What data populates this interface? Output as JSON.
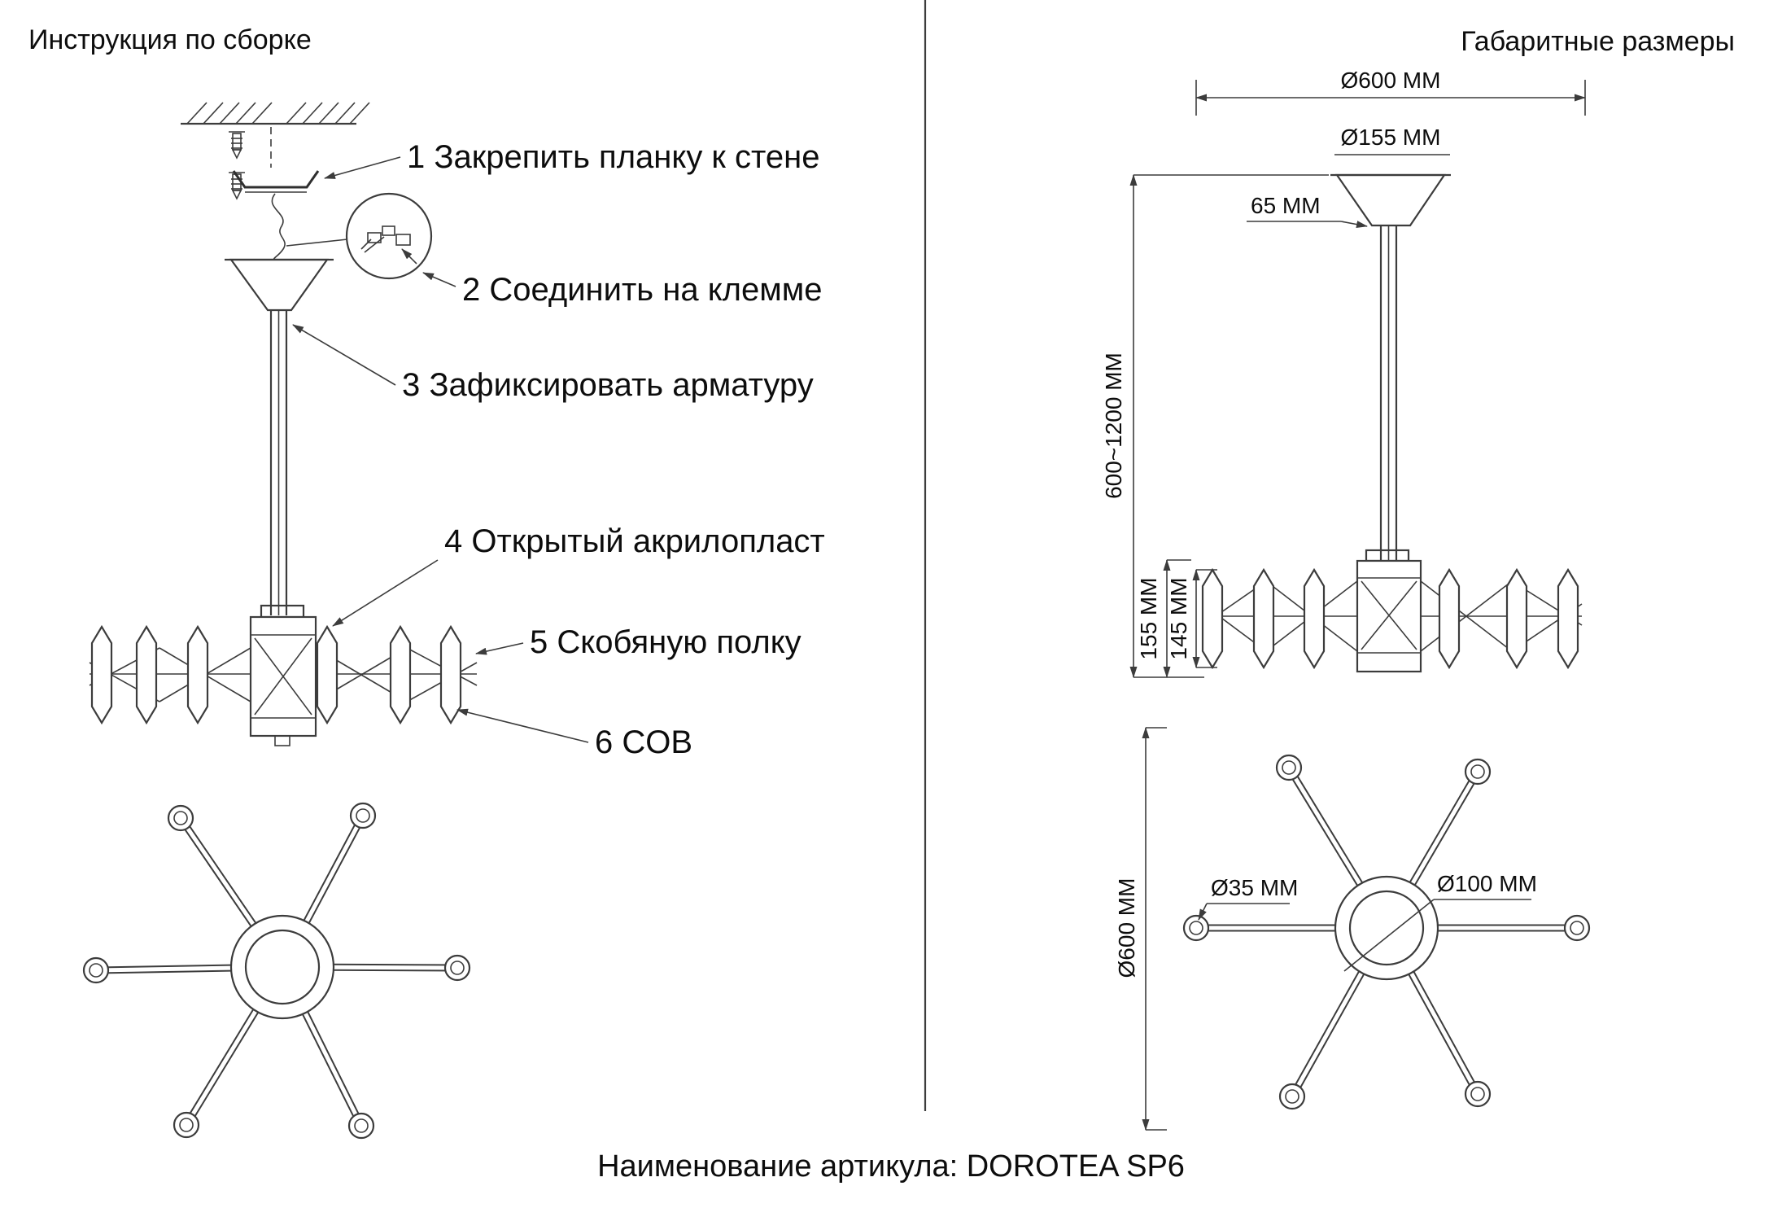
{
  "page": {
    "left_title": "Инструкция по сборке",
    "right_title": "Габаритные размеры",
    "footer": "Наименование артикула: DOROTEA SP6"
  },
  "assembly_steps": [
    "1 Закрепить планку к стене",
    "2 Соединить на клемме",
    "3 Зафиксировать арматуру",
    "4 Открытый акрилопласт",
    "5 Скобяную полку",
    "6 COB"
  ],
  "dimensions": {
    "overall_diameter": "Ø600 MM",
    "canopy_diameter": "Ø155 MM",
    "canopy_height": "65 MM",
    "suspension_range": "600~1200 MM",
    "frame_height": "155 MM",
    "shade_height": "145 MM",
    "plan_diameter": "Ø600 MM",
    "arm_tube_diameter": "Ø35 MM",
    "hub_diameter": "Ø100 MM"
  },
  "colors": {
    "line": "#3c3c3c",
    "text": "#0d0d0d",
    "background": "#ffffff"
  }
}
